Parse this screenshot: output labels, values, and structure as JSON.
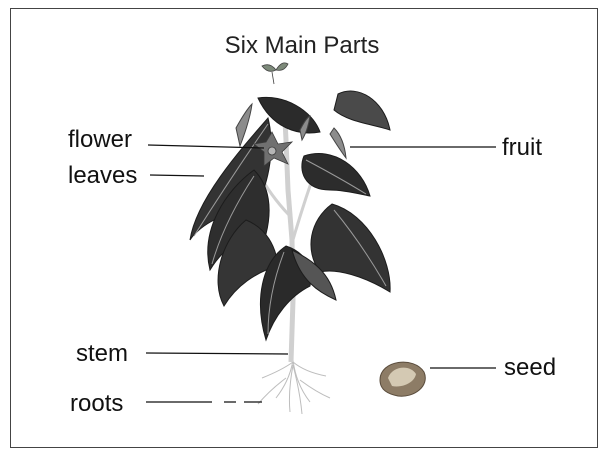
{
  "title": "Six Main Parts",
  "labels": {
    "flower": "flower",
    "leaves": "leaves",
    "fruit": "fruit",
    "stem": "stem",
    "seed": "seed",
    "roots": "roots"
  },
  "colors": {
    "leaf_dark": "#2f2f2f",
    "leaf_mid": "#5a5a5a",
    "vein": "#9a9a9a",
    "stem": "#d6d6d6",
    "flower": "#6f6f6f",
    "seed_shell": "#8a7a66",
    "seed_inner": "#cfc4b0"
  }
}
